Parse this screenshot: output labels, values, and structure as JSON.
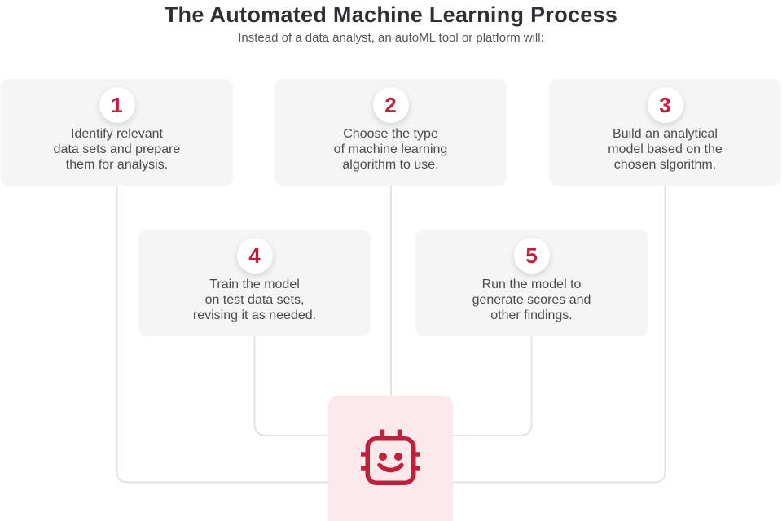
{
  "header": {
    "title": "The Automated Machine Learning Process",
    "subtitle": "Instead of a data analyst, an autoML tool or platform will:"
  },
  "steps": [
    {
      "number": "1",
      "text": "Identify relevant\ndata sets and prepare\nthem for analysis."
    },
    {
      "number": "2",
      "text": "Choose the type\nof machine learning\nalgorithm to use."
    },
    {
      "number": "3",
      "text": "Build an analytical\nmodel based on the\nchosen slgorithm."
    },
    {
      "number": "4",
      "text": "Train the model\non test data sets,\nrevising it as needed."
    },
    {
      "number": "5",
      "text": "Run the model to\ngenerate scores and\nother findings."
    }
  ],
  "icons": {
    "robot": "robot-face-icon"
  },
  "colors": {
    "accent-red": "#c0203c",
    "pink-bg": "#fce9ec",
    "card-bg": "#f5f5f6",
    "line": "#e3e3e4",
    "title-text": "#2f3033",
    "subtitle-text": "#56575a",
    "body-text": "#4b4b4d"
  }
}
